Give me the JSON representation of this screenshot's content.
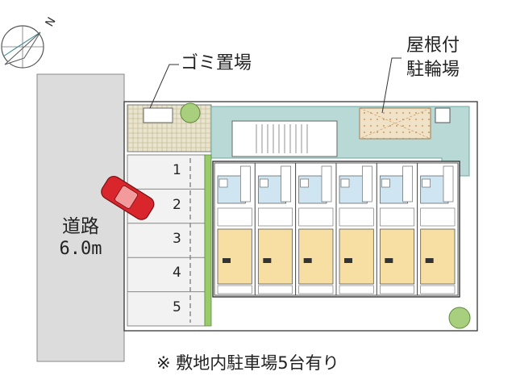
{
  "compass": {
    "label": "N",
    "icon": "north-arrow-icon"
  },
  "labels": {
    "garbage": "ゴミ置場",
    "bike_line1": "屋根付",
    "bike_line2": "駐輪場",
    "road_line1": "道路",
    "road_line2": "6.0m",
    "footnote": "※ 敷地内駐車場5台有り"
  },
  "parking": {
    "slots": [
      "1",
      "2",
      "3",
      "4",
      "5"
    ]
  },
  "building": {
    "unit_count": 6
  },
  "colors": {
    "road": "#dcdcdc",
    "lot": "#f2f2f2",
    "walkway": "#b9d9d6",
    "tatami": "#f7dfa3",
    "kitchen": "#cfe6f2",
    "hedge": "#9acb6a",
    "car": "#d8262c",
    "bike_roof": "#efe2c7"
  }
}
